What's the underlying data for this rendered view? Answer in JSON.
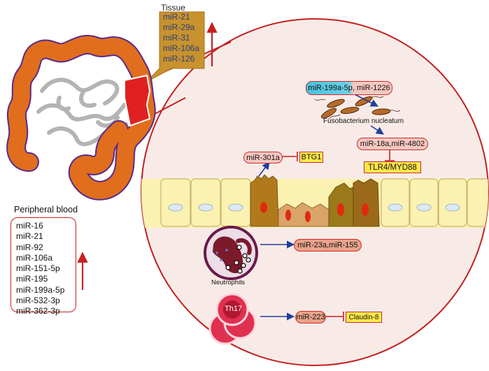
{
  "tissue": {
    "title": "Tissue",
    "items": [
      "miR-21",
      "miR-29a",
      "miR-31",
      "miR-106a",
      "miR-126"
    ]
  },
  "peripheral_blood": {
    "title": "Peripheral blood",
    "items": [
      "miR-16",
      "miR-21",
      "miR-92",
      "miR-106a",
      "miR-151-5p",
      "miR-195",
      "miR-199a-5p",
      "miR-532-3p",
      "miR-362-3p"
    ]
  },
  "nodes": {
    "fuso_mirs": "miR-199a-5p, miR-1226",
    "fuso_label": "Fusobacterium nucleatum",
    "mir18a": "miR-18a,miR-4802",
    "tlr4": "TLR4/MYD88",
    "mir301a": "miR-301a",
    "btg1": "BTG1",
    "neutrophils_label": "Neutrophils",
    "neutrophil_mirs": "miR-23a,miR-155",
    "th17": "Th17",
    "mir223": "miR-223",
    "claudin8": "Claudin-8"
  },
  "colors": {
    "colon_orange": "#e06e1c",
    "colon_outline": "#5a2a8a",
    "lesion_red": "#e02020",
    "arrow_red": "#c62020",
    "arrow_blue": "#1f3f9a",
    "pill_fill": "#f6c7c0",
    "pill_border": "#d12a2a",
    "gene_fill": "#ffe84a",
    "tissue_box": "#c8922e",
    "cell_yellow": "#fbf1b0",
    "cell_brown": "#b07a1a"
  }
}
